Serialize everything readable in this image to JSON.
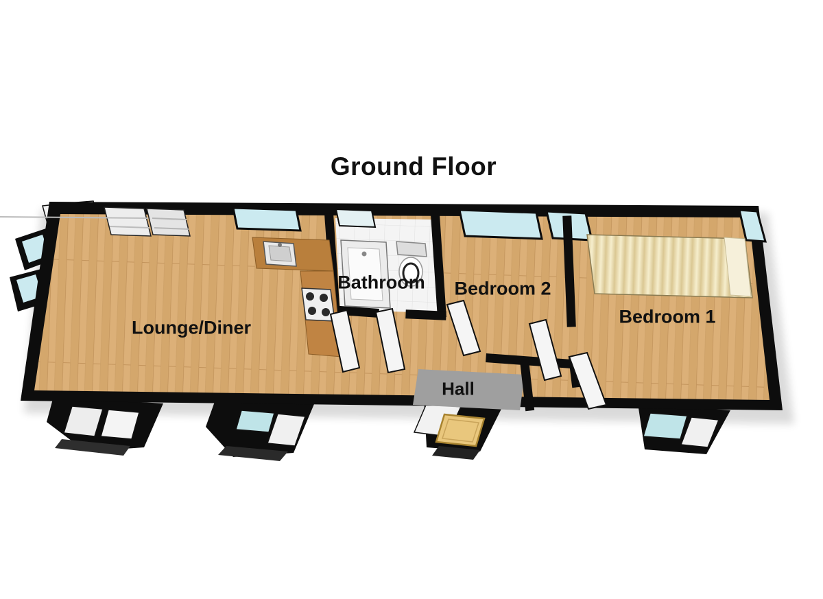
{
  "title": "Ground Floor",
  "rooms": [
    {
      "label": "Lounge/Diner"
    },
    {
      "label": "Bathroom"
    },
    {
      "label": "Bedroom 2"
    },
    {
      "label": "Hall"
    },
    {
      "label": "Bedroom 1"
    }
  ],
  "fixtures": [
    "double-bed",
    "bathtub",
    "toilet",
    "kitchen-sink",
    "stove-hob",
    "kitchen-counter",
    "doormat",
    "door-leaves",
    "windows",
    "window-blinds"
  ],
  "colors": {
    "background": "#ffffff",
    "wall": "#0d0d0d",
    "floor_wood": "#dcb078",
    "floor_tile": "#f4f4f4",
    "window_glass": "#cbeaf0",
    "bed_fabric": "#ece0ba",
    "hall_patch": "#9f9f9f",
    "counter": "#c08443",
    "doormat": "#e9c77d",
    "label_text": "#111111"
  }
}
